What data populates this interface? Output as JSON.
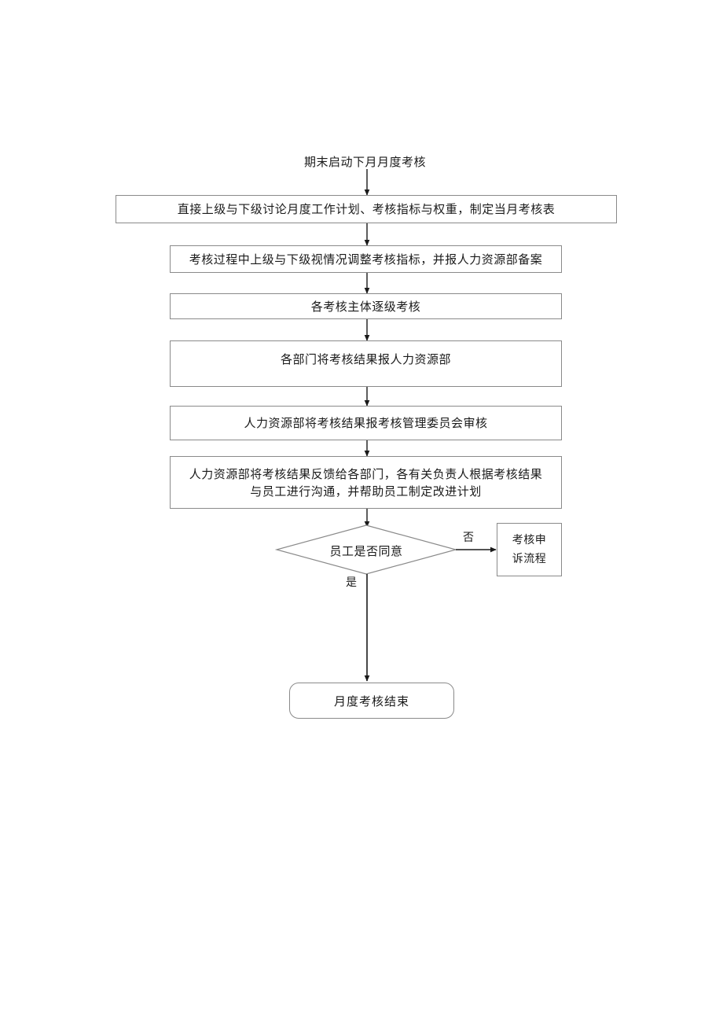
{
  "diagram": {
    "title_label": "期末启动下月月度考核",
    "nodes": [
      {
        "id": "start",
        "label": "期末启动下月月度考核",
        "shape": "label"
      },
      {
        "id": "step1",
        "label": "直接上级与下级讨论月度工作计划、考核指标与权重，制定当月考核表",
        "shape": "process"
      },
      {
        "id": "step2",
        "label": "考核过程中上级与下级视情况调整考核指标，并报人力资源部备案",
        "shape": "process"
      },
      {
        "id": "step3",
        "label": "各考核主体逐级考核",
        "shape": "process"
      },
      {
        "id": "step4",
        "label": "各部门将考核结果报人力资源部",
        "shape": "process"
      },
      {
        "id": "step5",
        "label": "人力资源部将考核结果报考核管理委员会审核",
        "shape": "process"
      },
      {
        "id": "step6_line1",
        "label": "人力资源部将考核结果反馈给各部门，各有关负责人根据考核结果",
        "shape": "process"
      },
      {
        "id": "step6_line2",
        "label": "与员工进行沟通，并帮助员工制定改进计划",
        "shape": "process"
      },
      {
        "id": "decision",
        "label": "员工是否同意",
        "shape": "diamond"
      },
      {
        "id": "appeal_line1",
        "label": "考核申",
        "shape": "process"
      },
      {
        "id": "appeal_line2",
        "label": "诉流程",
        "shape": "process"
      },
      {
        "id": "end",
        "label": "月度考核结束",
        "shape": "terminator"
      }
    ],
    "edge_labels": {
      "no": "否",
      "yes": "是"
    },
    "colors": {
      "border": "#8a8a8a",
      "line": "#1a1a1a",
      "text": "#1a1a1a",
      "background": "#ffffff"
    }
  }
}
